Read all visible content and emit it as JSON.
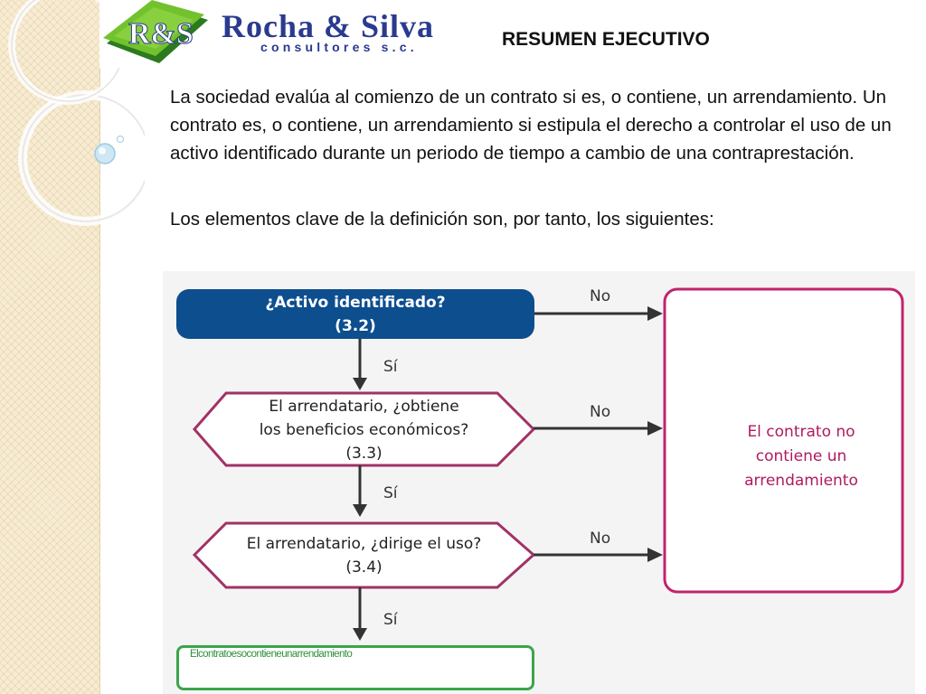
{
  "logo": {
    "mark": "R&S",
    "name": "Rocha & Silva",
    "subtitle": "consultores s.c."
  },
  "title": "RESUMEN EJECUTIVO",
  "paragraphs": [
    "La sociedad evalúa al comienzo  de un contrato  si es, o contiene,  un arrendamiento.  Un contrato es, o contiene, un arrendamiento si estipula el derecho a controlar el uso de un activo identificado durante un periodo de tiempo a cambio de una  contraprestación.",
    "Los elementos clave de la definición son, por tanto, los siguientes:"
  ],
  "flowchart": {
    "q1": {
      "line1": "¿Activo identificado?",
      "line2": "(3.2)"
    },
    "q2": {
      "line1": "El arrendatario, ¿obtiene",
      "line2": "los beneficios económicos?",
      "line3": "(3.3)"
    },
    "q3": {
      "line1": "El arrendatario, ¿dirige el uso?",
      "line2": "(3.4)"
    },
    "no_label": "No",
    "yes_label": "Sí",
    "result_no": {
      "line1": "El contrato no",
      "line2": "contiene un",
      "line3": "arrendamiento"
    },
    "result_yes": "Elcontratoesocontieneunarrendamiento"
  },
  "colors": {
    "brand_blue": "#2a3a8e",
    "decision_blue": "#0d4e8f",
    "decision_border": "#a03266",
    "result_border": "#c0246c",
    "result_text": "#b01a60",
    "yes_box_border": "#3aa54a"
  }
}
